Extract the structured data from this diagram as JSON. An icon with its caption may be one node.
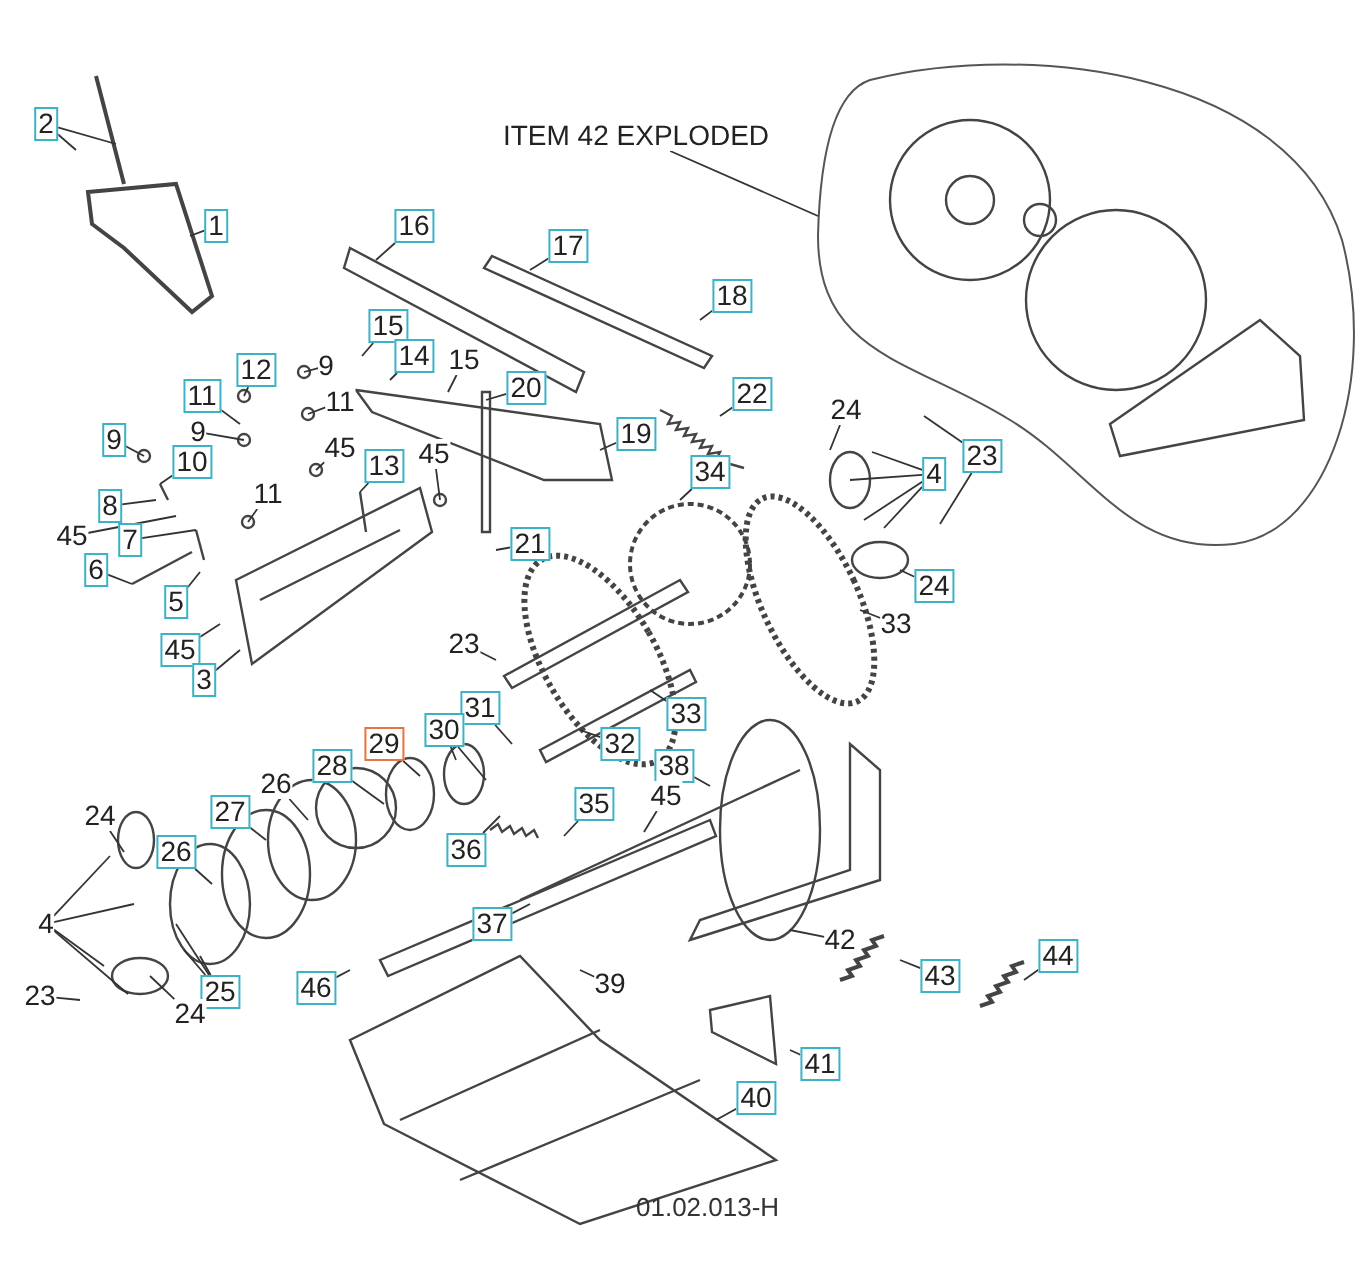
{
  "diagram": {
    "nodes": [
      {
        "text": [
          "2"
        ]
      },
      {
        "text": [
          "ITEM 42 EXPLODED"
        ]
      },
      {
        "text": [],
        "shape": "cloud"
      },
      {
        "text": [
          "1"
        ]
      },
      {
        "text": [
          "16"
        ]
      },
      {
        "text": [
          "17"
        ]
      },
      {
        "text": [
          "18"
        ]
      },
      {
        "text": [
          "15"
        ]
      },
      {
        "text": [
          "14"
        ]
      },
      {
        "text": [
          "15"
        ]
      },
      {
        "text": [
          "12"
        ]
      },
      {
        "text": [
          "9"
        ]
      },
      {
        "text": [
          "20"
        ]
      },
      {
        "text": [
          "22"
        ]
      },
      {
        "text": [
          "11"
        ]
      },
      {
        "text": [
          "11"
        ]
      },
      {
        "text": [
          "24"
        ]
      },
      {
        "text": [
          "9"
        ]
      },
      {
        "text": [
          "45"
        ]
      },
      {
        "text": [
          "19"
        ]
      },
      {
        "text": [
          "9"
        ]
      },
      {
        "text": [
          "13"
        ]
      },
      {
        "text": [
          "10"
        ]
      },
      {
        "text": [
          "23"
        ]
      },
      {
        "text": [
          "4"
        ]
      },
      {
        "text": [
          "45"
        ]
      },
      {
        "text": [
          "11"
        ]
      },
      {
        "text": [
          "34"
        ]
      },
      {
        "text": [
          "8"
        ]
      },
      {
        "text": [
          "45"
        ]
      },
      {
        "text": [
          "7"
        ]
      },
      {
        "text": [
          "21"
        ]
      },
      {
        "text": [
          "6"
        ]
      },
      {
        "text": [
          "24"
        ]
      },
      {
        "text": [
          "5"
        ]
      },
      {
        "text": [
          "33"
        ]
      },
      {
        "text": [
          "23"
        ]
      },
      {
        "text": [
          "45"
        ]
      },
      {
        "text": [
          "3"
        ]
      },
      {
        "text": [
          "31"
        ]
      },
      {
        "text": [
          "33"
        ]
      },
      {
        "text": [
          "30"
        ]
      },
      {
        "text": [
          "32"
        ]
      },
      {
        "text": [
          "29"
        ]
      },
      {
        "text": [
          "28"
        ]
      },
      {
        "text": [
          "38"
        ]
      },
      {
        "text": [
          "26"
        ]
      },
      {
        "text": [
          "35"
        ]
      },
      {
        "text": [
          "45"
        ]
      },
      {
        "text": [
          "27"
        ]
      },
      {
        "text": [
          "24"
        ]
      },
      {
        "text": [
          "26"
        ]
      },
      {
        "text": [
          "36"
        ]
      },
      {
        "text": [
          "4"
        ]
      },
      {
        "text": [
          "37"
        ]
      },
      {
        "text": [
          "42"
        ]
      },
      {
        "text": [
          "44"
        ]
      },
      {
        "text": [
          "43"
        ]
      },
      {
        "text": [
          "46"
        ]
      },
      {
        "text": [
          "39"
        ]
      },
      {
        "text": [
          "25"
        ]
      },
      {
        "text": [
          "23"
        ]
      },
      {
        "text": [
          "24"
        ]
      },
      {
        "text": [
          "41"
        ]
      },
      {
        "text": [
          "40"
        ]
      }
    ],
    "edges": [
      {
        "from": 0,
        "to": null,
        "arrow": "none"
      },
      {
        "from": 0,
        "to": null,
        "arrow": "none"
      },
      {
        "from": 1,
        "to": 2,
        "arrow": "none"
      },
      {
        "from": 3,
        "to": null,
        "arrow": "none"
      },
      {
        "from": 4,
        "to": null,
        "arrow": "none"
      },
      {
        "from": 5,
        "to": null,
        "arrow": "none"
      },
      {
        "from": 6,
        "to": null,
        "arrow": "none"
      },
      {
        "from": 7,
        "to": null,
        "arrow": "none"
      },
      {
        "from": 8,
        "to": null,
        "arrow": "none"
      },
      {
        "from": 9,
        "to": null,
        "arrow": "none"
      },
      {
        "from": 10,
        "to": null,
        "arrow": "none"
      },
      {
        "from": 11,
        "to": null,
        "arrow": "none"
      },
      {
        "from": 12,
        "to": null,
        "arrow": "none"
      },
      {
        "from": 13,
        "to": null,
        "arrow": "none"
      },
      {
        "from": 14,
        "to": null,
        "arrow": "none"
      },
      {
        "from": 15,
        "to": null,
        "arrow": "none"
      },
      {
        "from": 16,
        "to": null,
        "arrow": "none"
      },
      {
        "from": 17,
        "to": null,
        "arrow": "none"
      },
      {
        "from": 18,
        "to": null,
        "arrow": "none"
      },
      {
        "from": 19,
        "to": null,
        "arrow": "none"
      },
      {
        "from": 20,
        "to": null,
        "arrow": "none"
      },
      {
        "from": 21,
        "to": null,
        "arrow": "none"
      },
      {
        "from": 22,
        "to": null,
        "arrow": "none"
      },
      {
        "from": 23,
        "to": null,
        "arrow": "none"
      },
      {
        "from": 23,
        "to": null,
        "arrow": "none"
      },
      {
        "from": 24,
        "to": null,
        "arrow": "none"
      },
      {
        "from": 24,
        "to": null,
        "arrow": "none"
      },
      {
        "from": 24,
        "to": null,
        "arrow": "none"
      },
      {
        "from": 24,
        "to": null,
        "arrow": "none"
      },
      {
        "from": 25,
        "to": null,
        "arrow": "none"
      },
      {
        "from": 26,
        "to": null,
        "arrow": "none"
      },
      {
        "from": 27,
        "to": null,
        "arrow": "none"
      },
      {
        "from": 28,
        "to": null,
        "arrow": "none"
      },
      {
        "from": 29,
        "to": null,
        "arrow": "none"
      },
      {
        "from": 30,
        "to": null,
        "arrow": "none"
      },
      {
        "from": 31,
        "to": null,
        "arrow": "none"
      },
      {
        "from": 32,
        "to": null,
        "arrow": "none"
      },
      {
        "from": 33,
        "to": null,
        "arrow": "none"
      },
      {
        "from": 34,
        "to": null,
        "arrow": "none"
      },
      {
        "from": 35,
        "to": null,
        "arrow": "none"
      },
      {
        "from": 36,
        "to": null,
        "arrow": "none"
      },
      {
        "from": 37,
        "to": null,
        "arrow": "none"
      },
      {
        "from": 38,
        "to": null,
        "arrow": "none"
      },
      {
        "from": 39,
        "to": null,
        "arrow": "none"
      },
      {
        "from": 40,
        "to": null,
        "arrow": "none"
      },
      {
        "from": 41,
        "to": null,
        "arrow": "none"
      },
      {
        "from": 41,
        "to": null,
        "arrow": "none"
      },
      {
        "from": 42,
        "to": null,
        "arrow": "none"
      },
      {
        "from": 43,
        "to": null,
        "arrow": "none"
      },
      {
        "from": 44,
        "to": null,
        "arrow": "none"
      },
      {
        "from": 45,
        "to": null,
        "arrow": "none"
      },
      {
        "from": 46,
        "to": null,
        "arrow": "none"
      },
      {
        "from": 47,
        "to": null,
        "arrow": "none"
      },
      {
        "from": 48,
        "to": null,
        "arrow": "none"
      },
      {
        "from": 49,
        "to": null,
        "arrow": "none"
      },
      {
        "from": 50,
        "to": null,
        "arrow": "none"
      },
      {
        "from": 51,
        "to": null,
        "arrow": "none"
      },
      {
        "from": 52,
        "to": null,
        "arrow": "none"
      },
      {
        "from": 53,
        "to": null,
        "arrow": "none"
      },
      {
        "from": 53,
        "to": null,
        "arrow": "none"
      },
      {
        "from": 53,
        "to": null,
        "arrow": "none"
      },
      {
        "from": 53,
        "to": null,
        "arrow": "none"
      },
      {
        "from": 54,
        "to": null,
        "arrow": "none"
      },
      {
        "from": 55,
        "to": null,
        "arrow": "none"
      },
      {
        "from": 56,
        "to": null,
        "arrow": "none"
      },
      {
        "from": 57,
        "to": null,
        "arrow": "none"
      },
      {
        "from": 58,
        "to": null,
        "arrow": "none"
      },
      {
        "from": 59,
        "to": null,
        "arrow": "none"
      },
      {
        "from": 60,
        "to": null,
        "arrow": "none"
      },
      {
        "from": 60,
        "to": null,
        "arrow": "none"
      },
      {
        "from": 60,
        "to": null,
        "arrow": "none"
      },
      {
        "from": 61,
        "to": null,
        "arrow": "none"
      },
      {
        "from": 62,
        "to": null,
        "arrow": "none"
      },
      {
        "from": 63,
        "to": null,
        "arrow": "none"
      },
      {
        "from": 64,
        "to": null,
        "arrow": "none"
      }
    ],
    "labels": [
      "01.02.013-H"
    ]
  }
}
